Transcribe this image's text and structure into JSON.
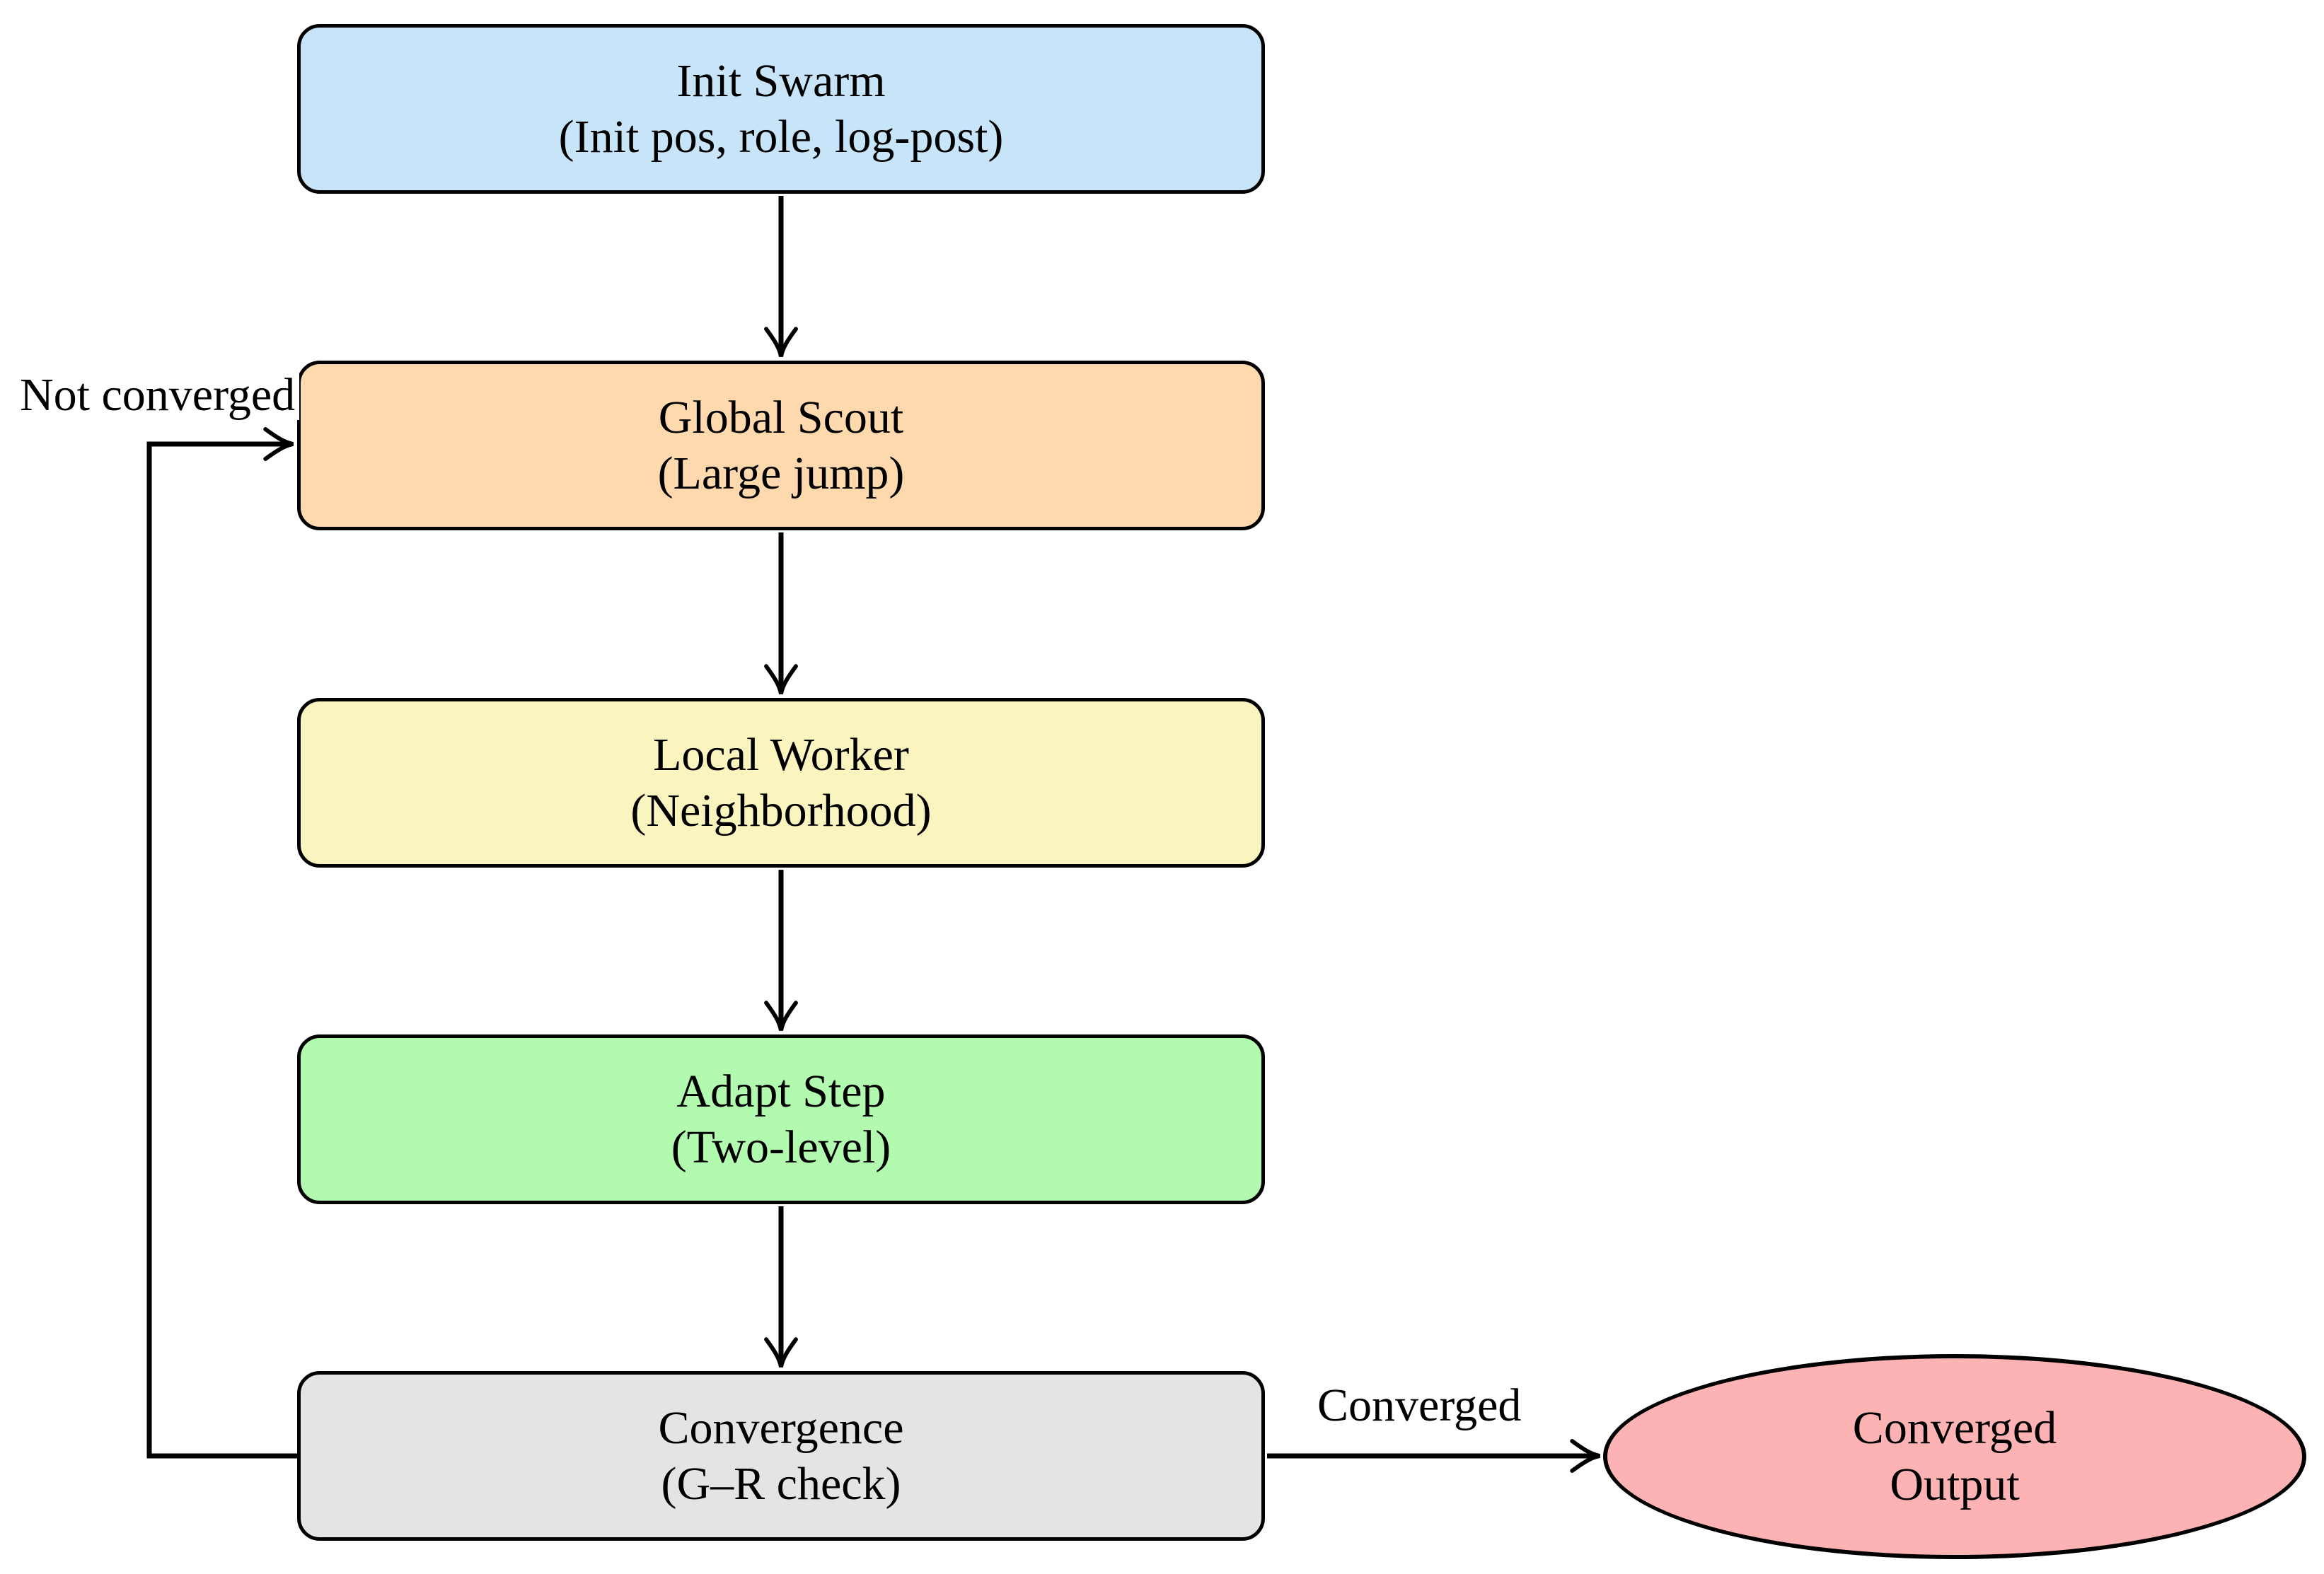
{
  "nodes": {
    "init_swarm": {
      "line1": "Init Swarm",
      "line2": "(Init pos, role, log-post)",
      "fill": "#c8e4f8"
    },
    "global_scout": {
      "line1": "Global Scout",
      "line2": "(Large jump)",
      "fill": "#fed9ad"
    },
    "local_worker": {
      "line1": "Local Worker",
      "line2": "(Neighborhood)",
      "fill": "#faf4be"
    },
    "adapt_step": {
      "line1": "Adapt Step",
      "line2": "(Two-level)",
      "fill": "#b2fab0"
    },
    "convergence": {
      "line1": "Convergence",
      "line2": "(G–R check)",
      "fill": "#e4e4e4"
    },
    "converged_output": {
      "line1": "Converged",
      "line2": "Output",
      "fill": "#fdb3b3"
    }
  },
  "edge_labels": {
    "not_converged": "Not converged",
    "converged": "Converged"
  },
  "colors": {
    "edge_stroke": "#000000",
    "label_background": "#ffffff"
  }
}
